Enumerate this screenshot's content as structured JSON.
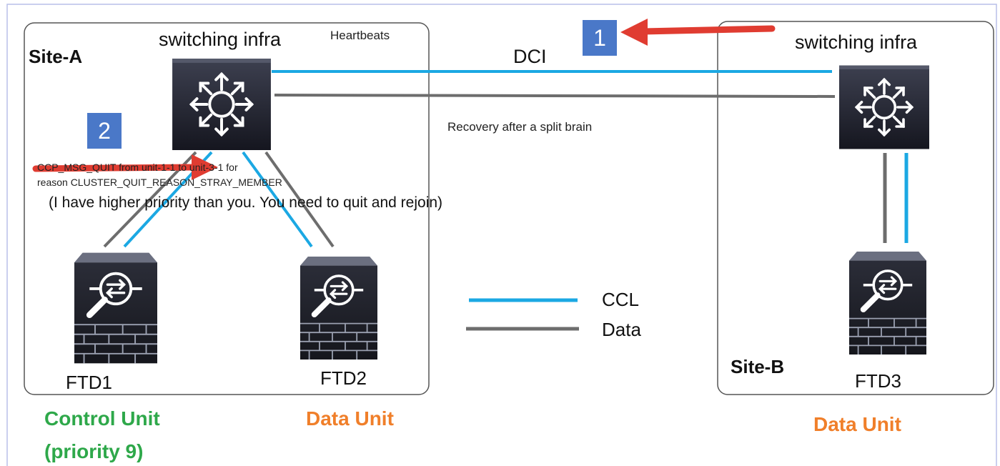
{
  "colors": {
    "ccl": "#1ba8e3",
    "data": "#6d6d6d",
    "arrow": "#e03c31",
    "badge": "#4a78c8",
    "control_unit": "#2ea84a",
    "data_unit": "#f07f2a"
  },
  "site_a": {
    "label": "Site-A",
    "switch_label": "switching infra",
    "heartbeats_label": "Heartbeats",
    "devices": [
      {
        "name": "FTD1",
        "role": "Control Unit",
        "priority": "(priority 9)"
      },
      {
        "name": "FTD2",
        "role": "Data Unit"
      }
    ]
  },
  "site_b": {
    "label": "Site-B",
    "switch_label": "switching infra",
    "devices": [
      {
        "name": "FTD3",
        "role": "Data Unit"
      }
    ]
  },
  "links": {
    "dci_label": "DCI",
    "recovery_label": "Recovery after a split brain"
  },
  "steps": [
    {
      "number": "1"
    },
    {
      "number": "2",
      "message_line1": "CCP_MSG_QUIT from unit-1-1 to unit-3-1 for",
      "message_line2": "reason CLUSTER_QUIT_REASON_STRAY_MEMBER",
      "explanation": "(I have higher priority than you. You need to quit and rejoin)"
    }
  ],
  "legend": {
    "ccl_label": "CCL",
    "data_label": "Data"
  },
  "icons": {
    "switch": "switch-icon",
    "firewall": "firewall-icon"
  }
}
